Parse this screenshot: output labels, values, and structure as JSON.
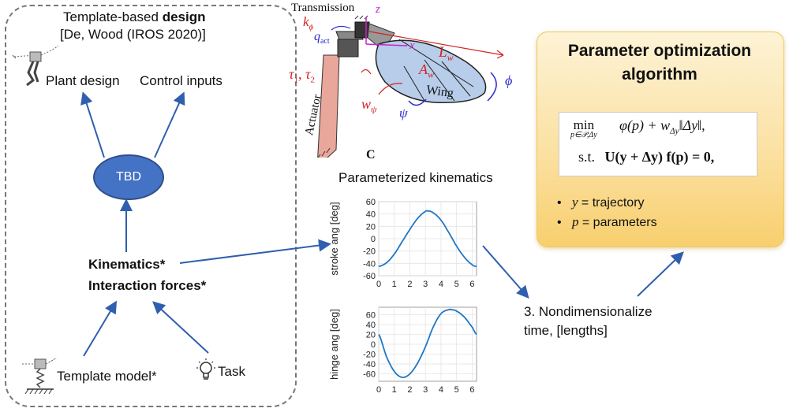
{
  "left_panel": {
    "title_line1_prefix": "Template-based ",
    "title_line1_bold": "design",
    "title_line2": "[De, Wood (IROS 2020)]",
    "plant_design": "Plant design",
    "control_inputs": "Control inputs",
    "tbd": "TBD",
    "kinematics": "Kinematics*",
    "interaction_forces": "Interaction forces*",
    "template_model": "Template model*",
    "task": "Task"
  },
  "wing": {
    "transmission": "Transmission",
    "k_phi": "k",
    "k_phi_sub": "ϕ",
    "q_act": "q",
    "q_act_sub": "act",
    "z_axis": "z",
    "x_axis": "x",
    "L_w": "L",
    "L_w_sub": "w",
    "A_w": "A",
    "A_w_sub": "w",
    "tau": "τ",
    "tau1_sub": "1",
    "tau2_sub": "2",
    "tau_sep": ", ",
    "w_psi": "w",
    "w_psi_sub": "ψ",
    "psi": "ψ",
    "phi": "ϕ",
    "wing_label": "Wing",
    "actuator_label": "Actuator",
    "panel_letter": "C"
  },
  "kinematics_title": "Parameterized kinematics",
  "step3_line1": "3. Nondimensionalize",
  "step3_line2": "time, [lengths]",
  "optimization": {
    "title_line1": "Parameter optimization",
    "title_line2": "algorithm",
    "formula_min": "min",
    "formula_min_sub": "p∈𝒫,Δy",
    "formula_objective": "φ(p) + w",
    "formula_w_sub": "Δy",
    "formula_norm": "‖Δy‖,",
    "formula_st": "s.t.",
    "formula_constraint": "U(y + Δy) f(p) = 0,",
    "bullet1_sym": "y",
    "bullet1_text": " = trajectory",
    "bullet2_sym": "p",
    "bullet2_text": " = parameters"
  },
  "chart_data": [
    {
      "type": "line",
      "ylabel": "stroke ang [deg]",
      "xlabel": "",
      "xlim": [
        0,
        6.2832
      ],
      "ylim": [
        -60,
        60
      ],
      "xticks": [
        "0",
        "1",
        "2",
        "3",
        "4",
        "5",
        "6"
      ],
      "yticks": [
        "60",
        "40",
        "20",
        "0",
        "-20",
        "-40",
        "-60"
      ],
      "grid": true,
      "color": "#1f77c4",
      "series": [
        {
          "x": [
            0,
            0.5,
            1.0,
            1.5,
            2.0,
            2.5,
            3.0,
            3.1416,
            3.5,
            4.0,
            4.5,
            5.0,
            5.5,
            6.0,
            6.2832
          ],
          "values": [
            -45,
            -39,
            -25,
            -5,
            15,
            33,
            44,
            45,
            42,
            30,
            10,
            -12,
            -30,
            -42,
            -45
          ]
        }
      ]
    },
    {
      "type": "line",
      "ylabel": "hinge ang [deg]",
      "xlabel": "",
      "xlim": [
        0,
        6.2832
      ],
      "ylim": [
        -75,
        75
      ],
      "xticks": [
        "0",
        "1",
        "2",
        "3",
        "4",
        "5",
        "6"
      ],
      "yticks": [
        "60",
        "40",
        "20",
        "0",
        "-20",
        "-40",
        "-60"
      ],
      "grid": true,
      "color": "#1f77c4",
      "series": [
        {
          "x": [
            0,
            0.5,
            1.0,
            1.5,
            2.0,
            2.5,
            3.0,
            3.5,
            4.0,
            4.5,
            4.7,
            5.0,
            5.5,
            6.0,
            6.2832
          ],
          "values": [
            20,
            -25,
            -55,
            -67,
            -60,
            -38,
            -5,
            35,
            62,
            70,
            70,
            67,
            55,
            35,
            20
          ]
        }
      ]
    }
  ],
  "colors": {
    "arrow": "#2f5fae",
    "tbd_fill": "#4472c4",
    "red_label": "#d42020",
    "blue_label": "#2a2ad0",
    "magenta": "#cc22cc"
  }
}
